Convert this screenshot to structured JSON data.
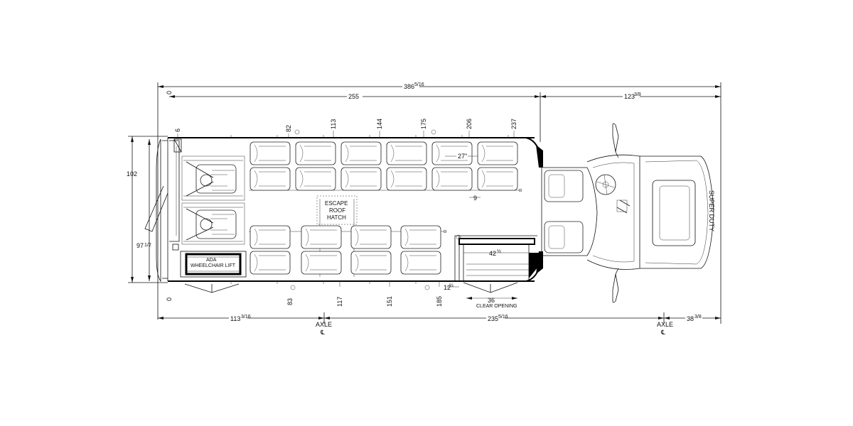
{
  "overall": {
    "total_length": "386",
    "total_frac": "5/16"
  },
  "top_dims": {
    "zero": "0",
    "body_length": "255",
    "front_length": "123",
    "front_frac": "3/8"
  },
  "station_marks": [
    "6",
    "82",
    "113",
    "144",
    "175",
    "206",
    "237"
  ],
  "bottom_station_marks": [
    "83",
    "117",
    "151",
    "185"
  ],
  "left_dims": {
    "width_102": "102",
    "width_97": "97",
    "width_97_frac": "1/2",
    "zero": "0"
  },
  "bottom_dims": {
    "rear_overhang": "113",
    "rear_overhang_frac": "3/16",
    "wheelbase": "235",
    "wheelbase_frac": "5/16",
    "front_overhang": "38",
    "front_overhang_frac": "3/8"
  },
  "axle_labels": {
    "rear": "AXLE",
    "front": "AXLE",
    "cl_symbol": "℄"
  },
  "interior": {
    "hatch": [
      "ESCAPE",
      "ROOF",
      "HATCH"
    ],
    "aisle_dim": "27\"",
    "spacing_dim": "9",
    "stepwell_dim": "42",
    "stepwell_frac": "½",
    "door_gap": "12",
    "door_gap_frac": "½",
    "door_opening": "36",
    "door_caption": "CLEAR OPENING",
    "lift_line1": "ADA",
    "lift_line2": "WHEELCHAIR LIFT"
  },
  "hood_text": "SUPER DUTY"
}
